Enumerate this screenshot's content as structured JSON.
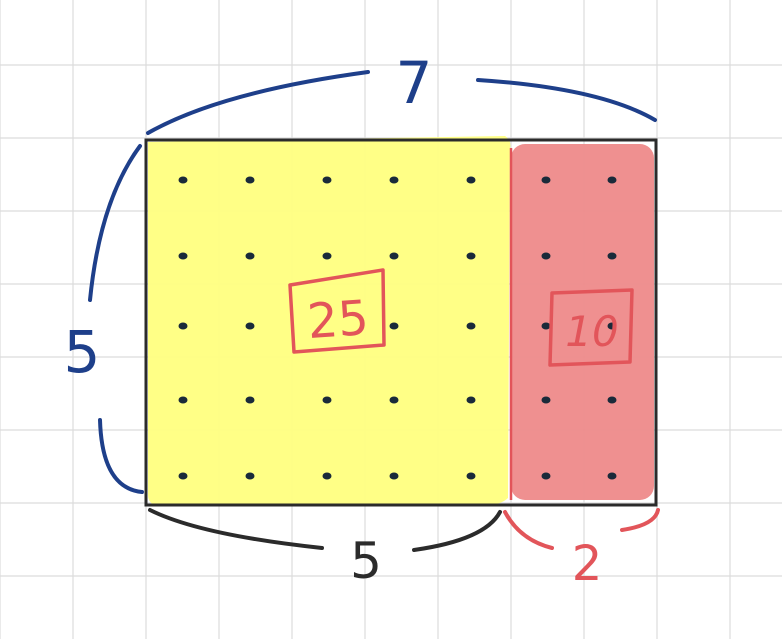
{
  "labels": {
    "total_width": "7",
    "height": "5",
    "left_width": "5",
    "right_width": "2"
  },
  "regions": {
    "left_area": "25",
    "right_area": "10"
  },
  "colors": {
    "blue": "#1e3f8a",
    "dark": "#2b2b2b",
    "red": "#e2555a",
    "yellow": "#ffff80",
    "pink": "#ee8a8a",
    "dot": "#1a2a3a",
    "grid": "#dcdcdc"
  },
  "grid": {
    "rows": 5,
    "left_cols": 5,
    "right_cols": 2
  }
}
